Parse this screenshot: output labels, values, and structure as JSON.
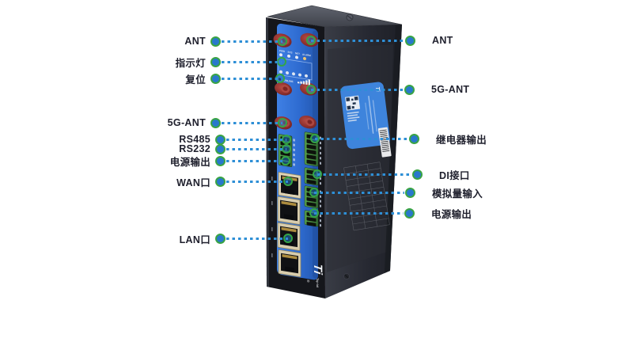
{
  "callouts": {
    "left": [
      {
        "label": "ANT"
      },
      {
        "label": "指示灯"
      },
      {
        "label": "复位"
      },
      {
        "label": "5G-ANT"
      },
      {
        "label": "RS485"
      },
      {
        "label": "RS232"
      },
      {
        "label": "电源输出"
      },
      {
        "label": "WAN口"
      },
      {
        "label": "LAN口"
      }
    ],
    "right": [
      {
        "label": "ANT"
      },
      {
        "label": "5G-ANT"
      },
      {
        "label": "继电器输出"
      },
      {
        "label": "DI接口"
      },
      {
        "label": "模拟量输入"
      },
      {
        "label": "电源输出"
      }
    ]
  },
  "device": {
    "led_panel": {
      "labels": [
        "PWR",
        "SYS",
        "NET",
        "ALARM"
      ],
      "online_label": "ONLINE"
    },
    "logo": {
      "text": "Ti",
      "subtext": "Top-iot",
      "registered": "®"
    },
    "colors": {
      "panel_blue": "#2e6bcd",
      "dot_fill_blue": "#2878cc",
      "dot_ring_green": "#3aa444",
      "dash_blue": "#2e8fd6",
      "antenna_red": "#9c3434",
      "terminal_green": "#4a8a3c"
    }
  }
}
